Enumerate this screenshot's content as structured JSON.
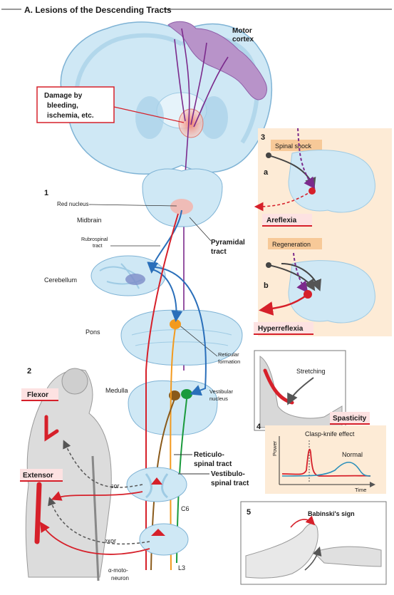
{
  "title": "A. Lesions of the Descending Tracts",
  "labels": {
    "motor_cortex_1": "Motor",
    "motor_cortex_2": "cortex",
    "damage_1": "Damage by",
    "damage_2": "bleeding,",
    "damage_3": "ischemia, etc.",
    "num1": "1",
    "red_nucleus": "Red nucleus",
    "midbrain": "Midbrain",
    "rubrospinal_1": "Rubrospinal",
    "rubrospinal_2": "tract",
    "pyramidal_1": "Pyramidal",
    "pyramidal_2": "tract",
    "cerebellum": "Cerebellum",
    "pons": "Pons",
    "reticular_1": "Reticular",
    "reticular_2": "formation",
    "num2": "2",
    "medulla": "Medulla",
    "vestibular_1": "Vestibular",
    "vestibular_2": "nucleus",
    "flexor_box": "Flexor",
    "extensor_box": "Extensor",
    "reticulo_1": "Reticulo-",
    "reticulo_2": "spinal tract",
    "vestibulo_1": "Vestibulo-",
    "vestibulo_2": "spinal tract",
    "extensor_level": "Extensor",
    "c6": "C6",
    "flexor_level": "Flexor",
    "alpha_1": "α-moto-",
    "alpha_2": "neuron",
    "l3": "L3"
  },
  "panel3": {
    "num": "3",
    "a": "a",
    "b": "b",
    "spinal_shock": "Spinal shock",
    "areflexia": "Areflexia",
    "regeneration": "Regeneration",
    "hyperreflexia": "Hyperreflexia"
  },
  "panel4": {
    "num": "4",
    "stretching": "Stretching",
    "spasticity": "Spasticity",
    "clasp_knife": "Clasp-knife effect",
    "normal": "Normal",
    "power": "Power",
    "time": "Time"
  },
  "panel5": {
    "num": "5",
    "babinski": "Babinski's sign"
  },
  "colors": {
    "pyramidal": "#7b2a8c",
    "red_tract": "#d6202a",
    "rubro_blue": "#2a6fba",
    "reticular": "#f39a1e",
    "vestibular": "#1a9a3c",
    "tissue": "#cfe8f5",
    "tissue_dark": "#9fcbe4",
    "cortex_purple": "#b893c9",
    "lesion": "#f6b0a8",
    "panel_bg": "#fdebd6",
    "label_bg": "#f7c998"
  }
}
